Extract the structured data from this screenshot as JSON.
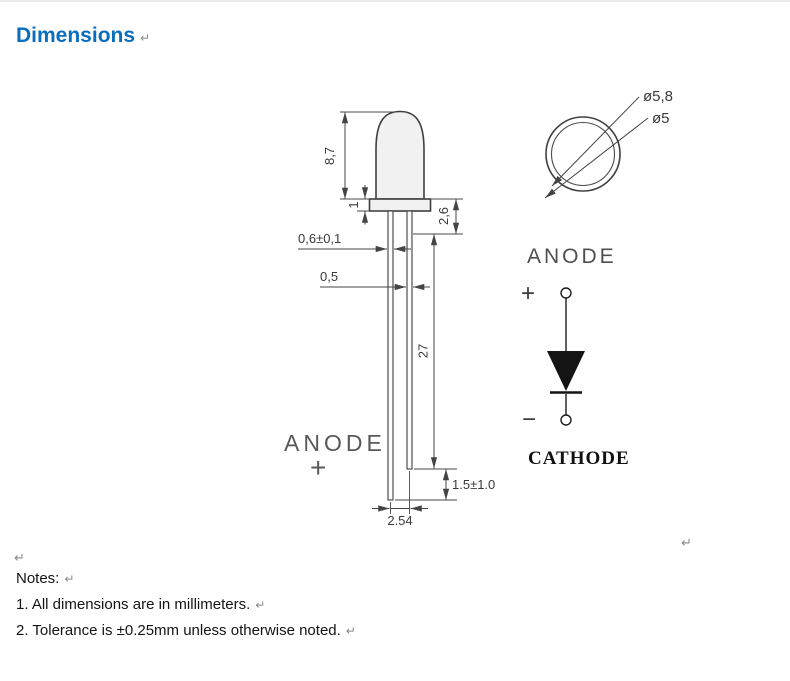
{
  "heading": {
    "title": "Dimensions",
    "return_mark": "↵"
  },
  "drawing": {
    "side_view": {
      "dim_body_height": "8,7",
      "dim_flange_thickness": "1",
      "dim_base_height": "2,6",
      "dim_lead_width_upper": "0,6±0,1",
      "dim_lead_width_lower": "0,5",
      "dim_lead_length": "27",
      "dim_lead_tip_offset": "1.5±1.0",
      "dim_lead_pitch": "2.54",
      "anode_label": "ANODE",
      "anode_plus": "+"
    },
    "top_view": {
      "dim_outer_diameter": "ø5,8",
      "dim_inner_diameter": "ø5"
    },
    "symbol": {
      "anode_label": "ANODE",
      "plus": "+",
      "minus": "−",
      "cathode_label": "CATHODE"
    },
    "return_marks": [
      "↵",
      "↵"
    ]
  },
  "notes": {
    "label": "Notes:",
    "return_mark": "↵",
    "items": [
      {
        "text": "1. All dimensions are in millimeters.",
        "return_mark": "↵"
      },
      {
        "text": "2. Tolerance is ±0.25mm unless otherwise noted.",
        "return_mark": "↵"
      }
    ]
  }
}
